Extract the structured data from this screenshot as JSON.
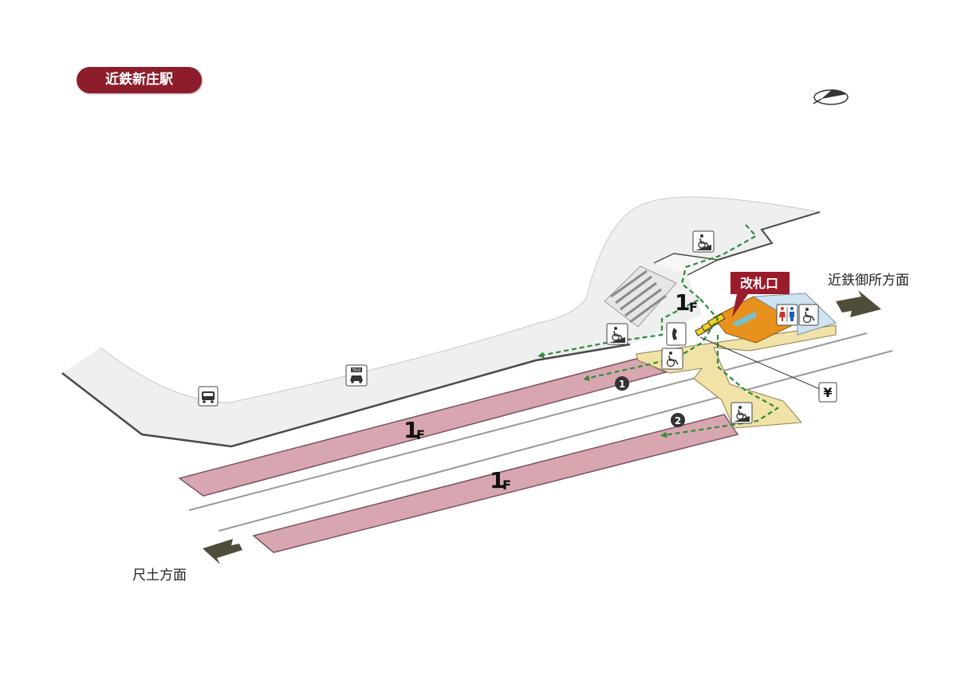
{
  "station": {
    "name": "近鉄新庄駅"
  },
  "ticket_gate": {
    "label": "改札口"
  },
  "floors": {
    "concourse": "1",
    "platform_1": "1",
    "platform_2": "1",
    "floor_suffix": "F"
  },
  "platforms": {
    "platform_1_number": "1",
    "platform_2_number": "2"
  },
  "directions": {
    "right": "近鉄御所方面",
    "left": "尺土方面"
  },
  "icons": {
    "taxi_label": "TAXI",
    "fare_symbol": "¥",
    "names": [
      "compass-icon",
      "bus-stop-icon",
      "taxi-icon",
      "wheelchair-slope-icon",
      "wheelchair-icon",
      "telephone-icon",
      "restroom-icon",
      "ticket-machine-icon"
    ]
  },
  "colors": {
    "badge": "#8e1d2b",
    "platform": "#d8a6b0",
    "concourse": "#f1e2a7",
    "station_office": "#e8911d",
    "restroom_area": "#cfe3f0",
    "route": "#2e8b3a",
    "arrow": "#4f4c3a",
    "ground": "#f0f0f0"
  }
}
